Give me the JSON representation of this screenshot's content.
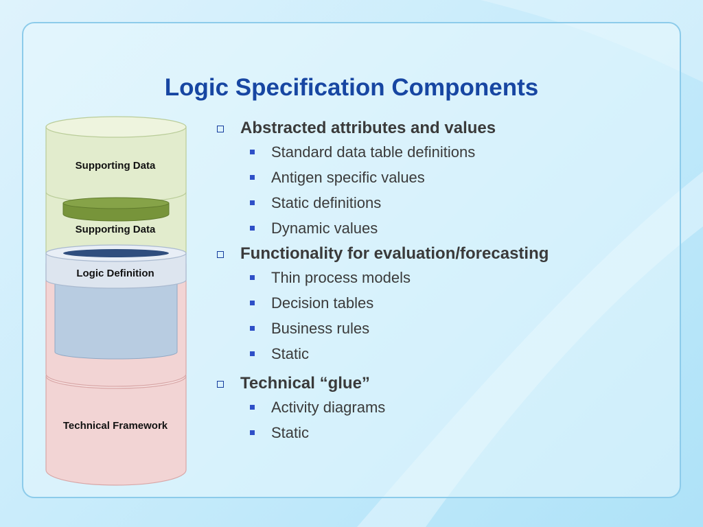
{
  "slide": {
    "title": "Logic Specification Components"
  },
  "diagram": {
    "layers": [
      {
        "label": "Supporting Data",
        "color": "#e2eccd"
      },
      {
        "label": "Supporting Data",
        "color": "#dcebc6"
      },
      {
        "label": "Logic Definition",
        "color": "#dde5ef"
      },
      {
        "label": "Technical Framework",
        "color": "#f2d4d4"
      }
    ],
    "colors": {
      "green_top": "#eef4de",
      "green_inner": "#77943a",
      "blue_inner": "#2f4e7e",
      "blue_body": "#b8cce1",
      "red_inner": "#d98b8b"
    }
  },
  "bullets": [
    {
      "heading": "Abstracted attributes and values",
      "items": [
        "Standard data table definitions",
        "Antigen specific values",
        "Static definitions",
        "Dynamic values"
      ]
    },
    {
      "heading": "Functionality for evaluation/forecasting",
      "items": [
        "Thin process models",
        "Decision tables",
        "Business rules",
        "Static"
      ]
    },
    {
      "heading": "Technical “glue”",
      "items": [
        "Activity diagrams",
        "Static"
      ]
    }
  ]
}
